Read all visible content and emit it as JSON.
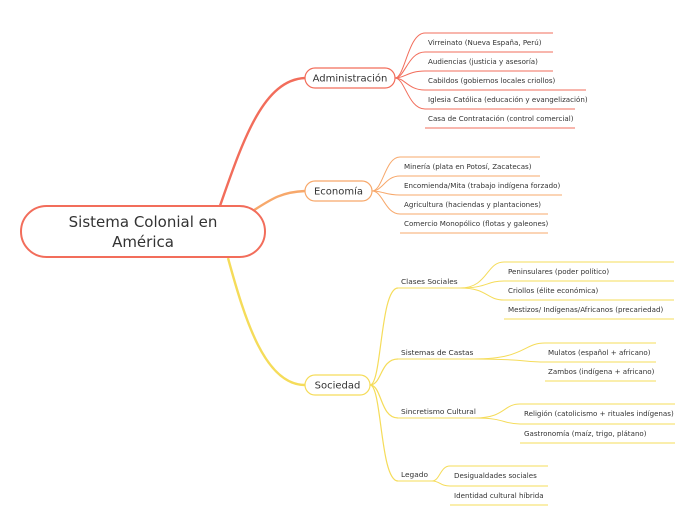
{
  "map": {
    "root": {
      "line1": "Sistema Colonial en",
      "line2": "América"
    },
    "administracion": {
      "label": "Administración",
      "items": [
        "Virreinato  (Nueva España, Perú)",
        "Audiencias (justicia y asesoría)",
        "Cabildos (gobiernos locales criollos)",
        "Iglesia Católica (educación y evangelización)",
        "Casa de Contratación (control comercial)"
      ]
    },
    "economia": {
      "label": "Economía",
      "items": [
        "Minería (plata en Potosí, Zacatecas)",
        "Encomienda/Mita (trabajo indígena forzado)",
        "Agricultura (haciendas y plantaciones)",
        "Comercio Monopólico (flotas y galeones)"
      ]
    },
    "sociedad": {
      "label": "Sociedad",
      "clases": {
        "label": "Clases Sociales",
        "items": [
          "Peninsulares (poder político)",
          "Criollos (élite económica)",
          "Mestizos/ Indígenas/Africanos (precariedad)"
        ]
      },
      "castas": {
        "label": "Sistemas de Castas",
        "items": [
          "Mulatos (español + africano)",
          "Zambos (indígena + africano)"
        ]
      },
      "sincretismo": {
        "label": "Sincretismo Cultural",
        "items": [
          "Religión (catolicismo + rituales indígenas)",
          "Gastronomía (maíz, trigo, plátano)"
        ]
      },
      "legado": {
        "label": "Legado",
        "items": [
          "Desigualdades sociales",
          "Identidad cultural híbrida"
        ]
      }
    }
  },
  "colors": {
    "admin": "#f26d5b",
    "economia": "#f7a86b",
    "sociedad": "#f5dc5a",
    "root_border": "#f26d5b"
  }
}
